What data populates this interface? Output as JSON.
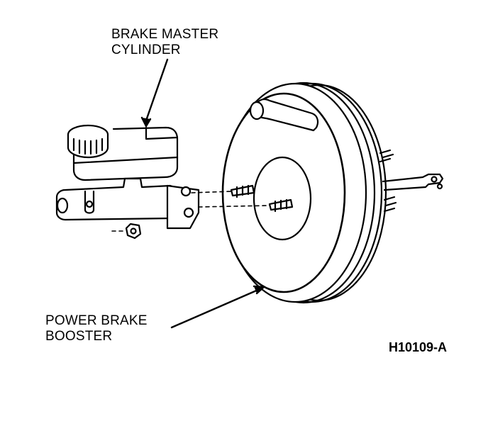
{
  "labels": {
    "master_cylinder_line1": "BRAKE MASTER",
    "master_cylinder_line2": "CYLINDER",
    "booster_line1": "POWER BRAKE",
    "booster_line2": "BOOSTER"
  },
  "figure_id": "H10109-A"
}
